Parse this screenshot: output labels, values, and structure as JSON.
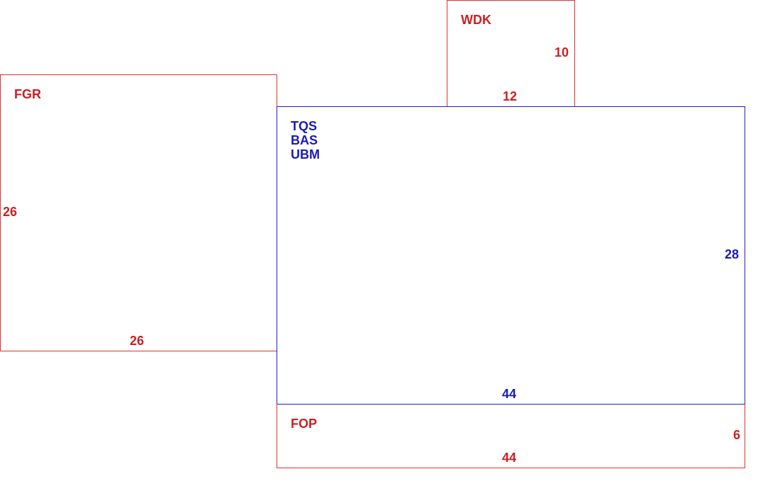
{
  "sections": {
    "wdk": {
      "code": "WDK",
      "width": "12",
      "depth": "10",
      "color": "#cc1f1f"
    },
    "fgr": {
      "code": "FGR",
      "width": "26",
      "depth": "26",
      "color": "#cc1f1f"
    },
    "main": {
      "codes": [
        "TQS",
        "BAS",
        "UBM"
      ],
      "width": "44",
      "depth": "28",
      "color": "#1a1ab8"
    },
    "fop": {
      "code": "FOP",
      "width": "44",
      "depth": "6",
      "color": "#cc1f1f"
    }
  }
}
